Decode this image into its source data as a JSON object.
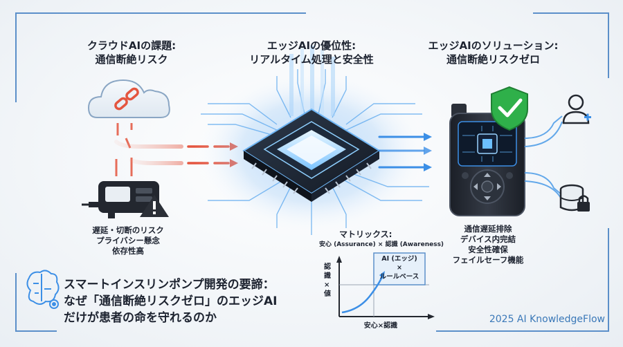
{
  "colors": {
    "frame": "#5b8fc9",
    "risk_red": "#e4553f",
    "glow_blue": "#3c8fe6",
    "check_green": "#2fb04a",
    "brand": "#3a78b8",
    "dark_device": "#22262e"
  },
  "left_panel": {
    "title_lines": [
      "クラウドAIの課題:",
      "通信断絶リスク"
    ],
    "risk_items": [
      "遅延・切断のリスク",
      "プライバシー懸念",
      "依存性高"
    ],
    "icons": [
      "cloud-icon",
      "broken-link-icon",
      "pump-device-icon",
      "warning-icon"
    ]
  },
  "center_panel": {
    "title_lines": [
      "エッジAIの優位性:",
      "リアルタイム処理と安全性"
    ],
    "icons": [
      "ai-chip-icon"
    ]
  },
  "right_panel": {
    "title_lines": [
      "エッジAIのソリューション:",
      "通信断絶リスクゼロ"
    ],
    "benefits": [
      "通信遅延排除",
      "デバイス内完結",
      "安全性確保",
      "フェイルセーフ機能"
    ],
    "icons": [
      "insulin-pump-icon",
      "shield-check-icon",
      "doctor-icon",
      "locked-database-icon"
    ]
  },
  "matrix": {
    "title": "マトリックス:",
    "subtitle": "安心 (Assurance) × 認識 (Awareness)",
    "y_label": "認識×値",
    "x_label": "安心×認識",
    "box_lines": [
      "AI (エッジ)",
      "×",
      "ルールベース"
    ]
  },
  "footer": {
    "title_lines": [
      "スマートインスリンポンプ開発の要諦：",
      "なぜ「通信断絶リスクゼロ」のエッジAI",
      "だけが患者の命を守れるのか"
    ],
    "brand": "2025 AI KnowledgeFlow",
    "icons": [
      "brain-gear-icon"
    ]
  }
}
